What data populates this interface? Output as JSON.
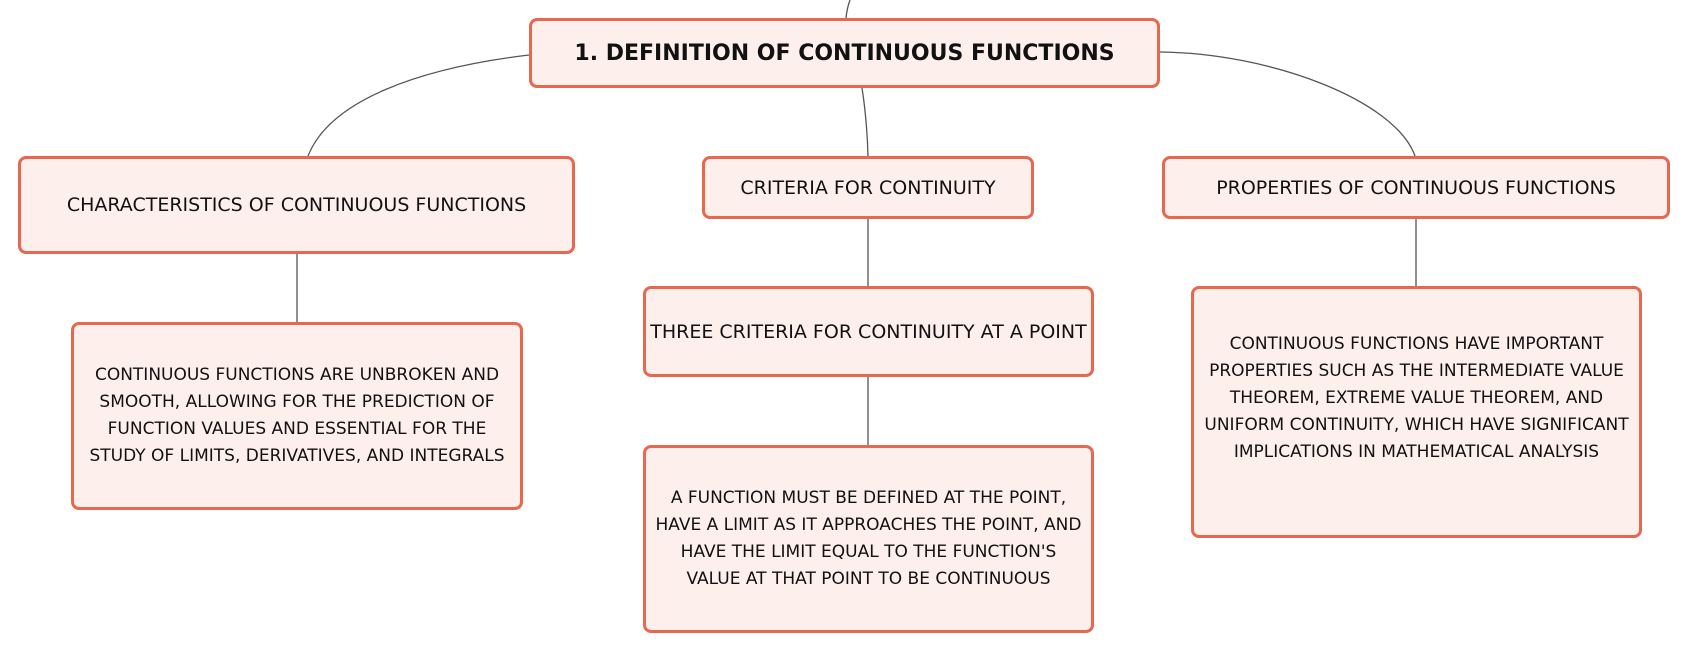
{
  "colors": {
    "node_fill": "#fdf0ec",
    "node_border": "#e8674f",
    "connector": "#555555",
    "text": "#111111"
  },
  "root": {
    "label": "1. DEFINITION OF CONTINUOUS FUNCTIONS"
  },
  "branches": {
    "characteristics": {
      "label": "CHARACTERISTICS OF CONTINUOUS FUNCTIONS",
      "detail": "CONTINUOUS FUNCTIONS ARE UNBROKEN AND SMOOTH, ALLOWING FOR THE PREDICTION OF FUNCTION VALUES AND ESSENTIAL FOR THE STUDY OF LIMITS, DERIVATIVES, AND INTEGRALS"
    },
    "criteria": {
      "label": "CRITERIA FOR CONTINUITY",
      "sub": {
        "label": "THREE CRITERIA FOR CONTINUITY AT A POINT",
        "detail": "A FUNCTION MUST BE DEFINED AT THE POINT, HAVE A LIMIT AS IT APPROACHES THE POINT, AND HAVE THE LIMIT EQUAL TO THE FUNCTION'S VALUE AT THAT POINT TO BE CONTINUOUS"
      }
    },
    "properties": {
      "label": "PROPERTIES OF CONTINUOUS FUNCTIONS",
      "detail": "CONTINUOUS FUNCTIONS HAVE IMPORTANT PROPERTIES SUCH AS THE INTERMEDIATE VALUE THEOREM, EXTREME VALUE THEOREM, AND UNIFORM CONTINUITY, WHICH HAVE SIGNIFICANT IMPLICATIONS IN MATHEMATICAL ANALYSIS"
    }
  }
}
